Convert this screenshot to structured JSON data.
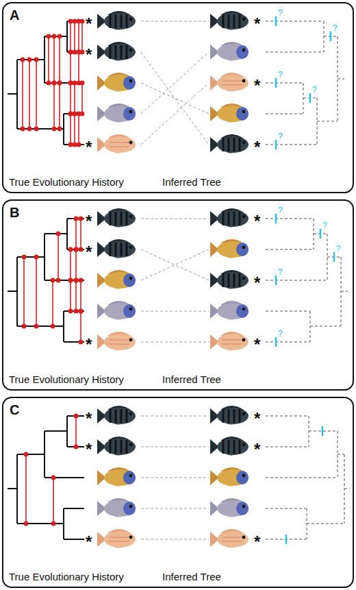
{
  "diagram": {
    "nodes": [
      {
        "text": [
          "A",
          "True Evolutionary History",
          "Inferred Tree"
        ]
      },
      {
        "text": [
          "B",
          "True Evolutionary History",
          "Inferred Tree"
        ]
      },
      {
        "text": [
          "C",
          "True Evolutionary History",
          "Inferred Tree"
        ]
      }
    ],
    "labels": [
      "*",
      "*",
      "*",
      "*",
      "*",
      "*",
      "?",
      "?",
      "?",
      "?",
      "?",
      "*",
      "*",
      "*",
      "*",
      "*",
      "*",
      "?",
      "?",
      "?",
      "?",
      "?",
      "*",
      "*",
      "*",
      "*",
      "*",
      "*"
    ]
  }
}
